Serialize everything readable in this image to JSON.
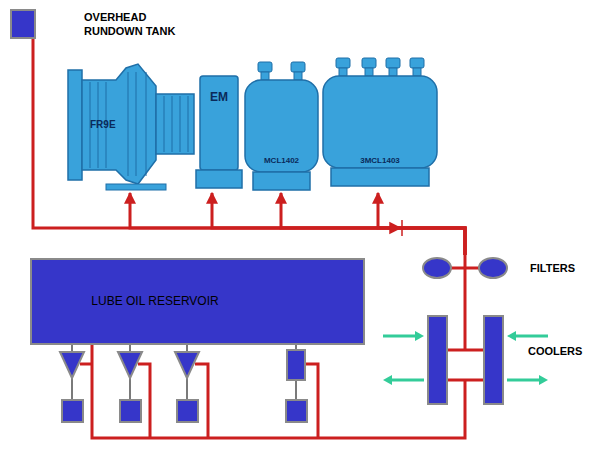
{
  "diagram": {
    "nodes": [
      {
        "text": [
          "OVERHEAD RUNDOWN TANK"
        ]
      },
      {
        "text": [
          "FR9E"
        ]
      },
      {
        "text": [
          "EM"
        ]
      },
      {
        "text": [
          "MCL1402"
        ]
      },
      {
        "text": [
          "3MCL1403"
        ]
      },
      {
        "text": [
          "LUBE OIL RESERVOIR"
        ]
      },
      {
        "text": [
          "FILTERS"
        ]
      },
      {
        "text": [
          "COOLERS"
        ]
      }
    ],
    "edges": [
      {
        "from": 5,
        "to": 7,
        "arrow": "none"
      },
      {
        "from": 7,
        "to": 6,
        "arrow": "none"
      },
      {
        "from": 6,
        "to": 1,
        "arrow": "to"
      },
      {
        "from": 6,
        "to": 2,
        "arrow": "to"
      },
      {
        "from": 6,
        "to": 3,
        "arrow": "to"
      },
      {
        "from": 6,
        "to": 4,
        "arrow": "to"
      },
      {
        "from": 0,
        "to": 6,
        "arrow": "none"
      }
    ]
  }
}
